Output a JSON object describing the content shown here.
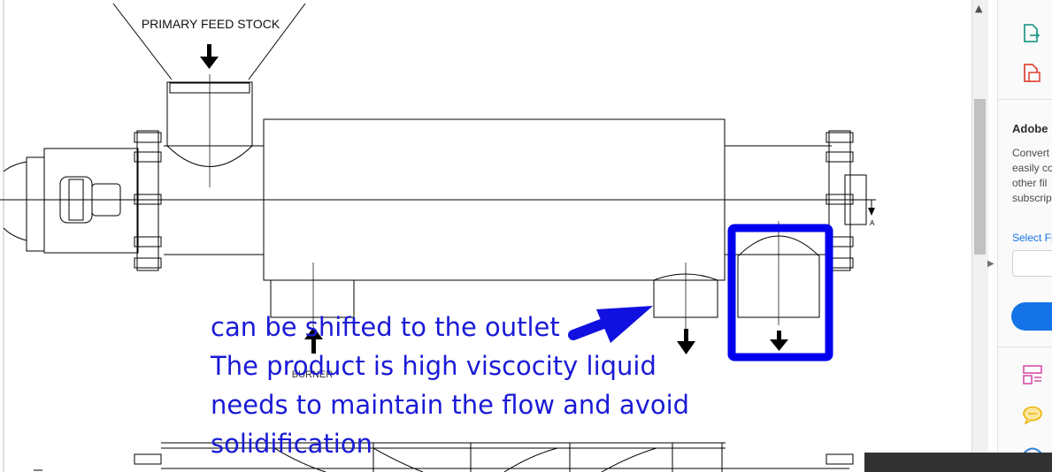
{
  "drawing": {
    "label_feed": "PRIMARY FEED STOCK",
    "label_burner": "BURNER",
    "label_section": "A"
  },
  "annotation": {
    "lines": [
      "can be shifted to the outlet",
      "The product is high viscocity liquid",
      "needs to maintain the flow and avoid",
      "solidification"
    ],
    "color": "#1a1ad6"
  },
  "sidebar": {
    "promo_title": "Adobe",
    "promo_lines": [
      "Convert",
      "easily co",
      "other fil",
      "subscrip"
    ],
    "select_label": "Select Fi"
  },
  "colors": {
    "accent": "#1473e6",
    "annotation_blue": "#0000ee",
    "export_icon": "#2a9d8f",
    "pdf_icon": "#e04b3b",
    "organize_icon": "#d94fa8",
    "comment_icon": "#e8b400",
    "stamp_icon": "#2f7fd8"
  },
  "icons": {
    "scroll_up": "chevron-up-icon",
    "collapse": "chevron-right-icon",
    "export": "export-pdf-icon",
    "create": "create-pdf-icon",
    "organize": "organize-pages-icon",
    "comment": "comment-icon",
    "stamp": "stamp-icon"
  }
}
